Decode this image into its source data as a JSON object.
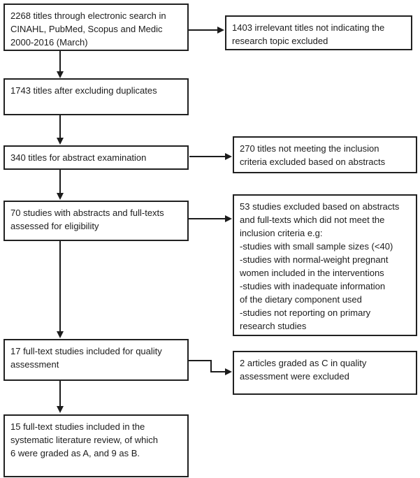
{
  "colors": {
    "border": "#212121",
    "text": "#1c1c1c",
    "background": "#ffffff",
    "arrow": "#1c1c1c"
  },
  "flowchart": {
    "boxes": {
      "electronic_search": {
        "text": "2268 titles through electronic search in\nCINAHL, PubMed, Scopus and Medic\n2000-2016 (March)"
      },
      "irrelevant_titles_excluded": {
        "text": "1403 irrelevant titles not indicating the\nresearch topic excluded"
      },
      "after_duplicates": {
        "text": "1743 titles after excluding duplicates"
      },
      "abstract_examination": {
        "text": "340 titles for abstract examination"
      },
      "not_meeting_inclusion": {
        "text": "270 titles not meeting the inclusion\ncriteria excluded based on abstracts"
      },
      "eligibility_assessment": {
        "text": "70 studies with abstracts and full-texts\nassessed for eligibility"
      },
      "fulltext_exclusions": {
        "text": "53 studies excluded based on abstracts\nand full-texts which did not meet the\ninclusion criteria e.g:\n-studies with small sample sizes (<40)\n-studies with normal-weight pregnant\nwomen included in the interventions\n-studies with inadequate information\nof the dietary component used\n-studies not reporting on primary\nresearch studies"
      },
      "quality_assessment": {
        "text": "17 full-text studies included for quality\nassessment"
      },
      "graded_c_excluded": {
        "text": "2 articles graded as C in quality\nassessment were excluded"
      },
      "final_inclusion": {
        "text": "15 full-text studies included in the\nsystematic literature review, of which\n6 were graded as A, and 9 as B."
      }
    }
  }
}
